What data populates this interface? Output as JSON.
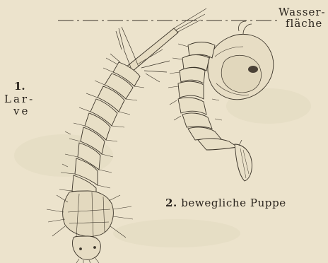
{
  "labels": {
    "water_line_1": "Wasser-",
    "water_line_2": "fläche",
    "larva_number": "1.",
    "larva_line_1": "Lar-",
    "larva_line_2": "ve",
    "pupa_number": "2.",
    "pupa_text": "bewegliche Puppe"
  },
  "colors": {
    "paper": "#ece3cc",
    "ink": "#2b2620"
  }
}
